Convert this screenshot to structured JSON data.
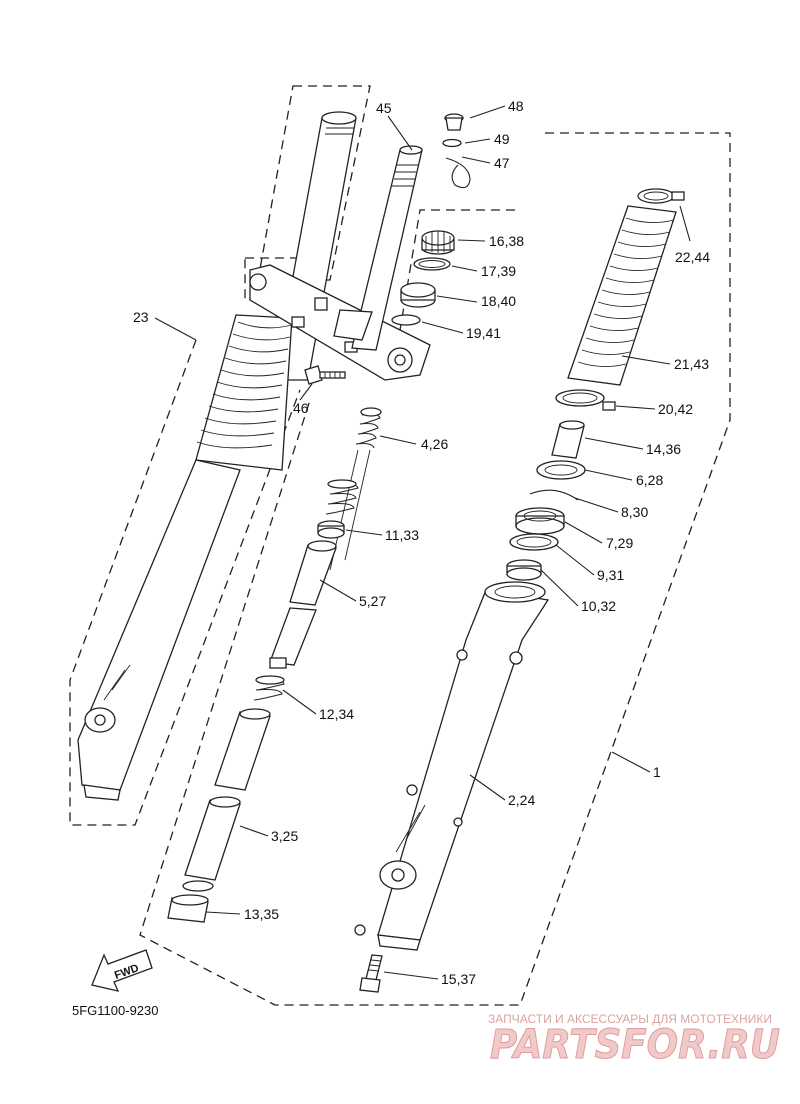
{
  "diagram": {
    "code": "5FG1100-9230",
    "fwd_label": "FWD",
    "callouts": [
      "48",
      "49",
      "47",
      "45",
      "16,38",
      "17,39",
      "18,40",
      "19,41",
      "23",
      "46",
      "4,26",
      "11,33",
      "5,27",
      "12,34",
      "3,25",
      "13,35",
      "22,44",
      "21,43",
      "20,42",
      "14,36",
      "6,28",
      "8,30",
      "7,29",
      "9,31",
      "10,32",
      "1",
      "2,24",
      "15,37"
    ]
  },
  "watermark": {
    "tagline": "ЗАПЧАСТИ И АКСЕССУАРЫ ДЛЯ МОТОТЕХНИКИ",
    "site": "PARTSFOR.RU"
  }
}
